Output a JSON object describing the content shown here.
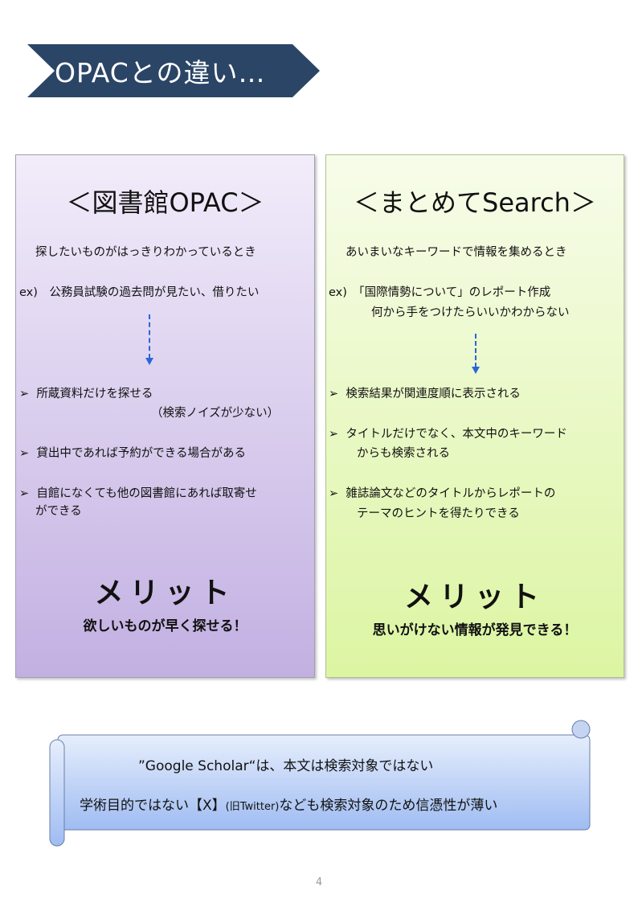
{
  "title": "OPACとの違い…",
  "colors": {
    "banner": "#2b4566",
    "arrow": "#2a66d8"
  },
  "left": {
    "heading": "＜図書館OPAC＞",
    "when": "探したいものがはっきりわかっているとき",
    "example": "ex)　公務員試験の過去問が見たい、借りたい",
    "points": [
      {
        "line1": "所蔵資料だけを探せる",
        "line2": "（検索ノイズが少ない）"
      },
      {
        "line1": "貸出中であれば予約ができる場合がある"
      },
      {
        "line1": "自館になくても他の図書館にあれば取寄せ",
        "line2": "ができる"
      }
    ],
    "merit": "メリット",
    "merit_sub": "欲しいものが早く探せる！"
  },
  "right": {
    "heading": "＜まとめてSearch＞",
    "when": "あいまいなキーワードで情報を集めるとき",
    "example": "ex)　「国際情勢について」のレポート作成",
    "example2": "何から手をつけたらいいかわからない",
    "points": [
      {
        "line1": "検索結果が関連度順に表示される"
      },
      {
        "line1": "タイトルだけでなく、本文中のキーワード",
        "line2": "からも検索される"
      },
      {
        "line1": "雑誌論文などのタイトルからレポートの",
        "line2": "テーマのヒントを得たりできる"
      }
    ],
    "merit": "メリット",
    "merit_sub": "思いがけない情報が発見できる！"
  },
  "note": {
    "line1": "”Google Scholar“は、本文は検索対象ではない",
    "line2a": "学術目的ではない【X】",
    "line2b": "(旧Twitter)",
    "line2c": "なども検索対象のため信憑性が薄い"
  },
  "bullet": "➢",
  "page_number": "4"
}
